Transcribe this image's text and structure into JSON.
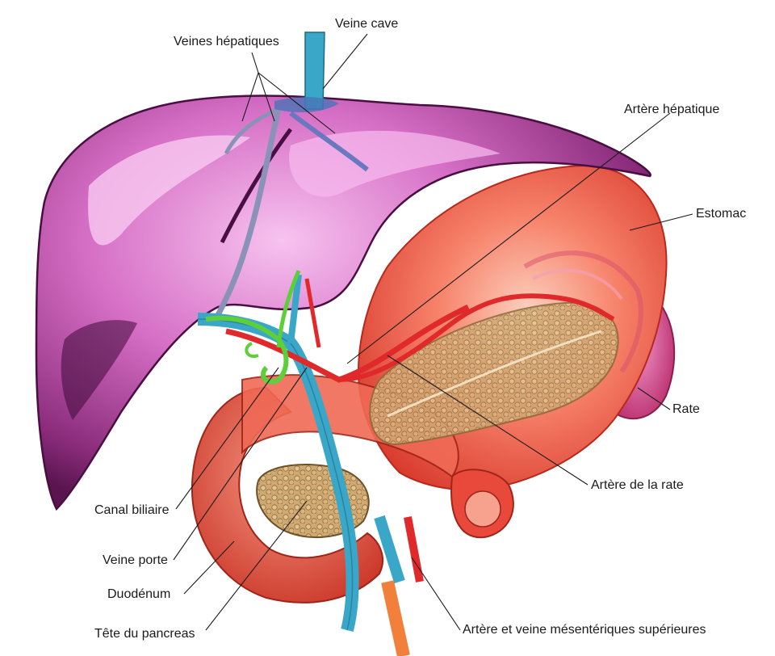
{
  "labels": {
    "veines_hepatiques": "Veines hépatiques",
    "veine_cave": "Veine cave",
    "artere_hepatique": "Artère hépatique",
    "estomac": "Estomac",
    "rate": "Rate",
    "artere_rate": "Artère de la rate",
    "canal_biliaire": "Canal biliaire",
    "veine_porte": "Veine porte",
    "duodenum": "Duodénum",
    "tete_pancreas": "Tête du pancreas",
    "mesenteriques": "Artère et veine mésentériques supérieures"
  },
  "colors": {
    "liver_dark": "#6a1a5a",
    "liver_mid": "#b24aa0",
    "liver_light": "#f2a6e6",
    "stomach": "#ef5a45",
    "stomach_light": "#f8b5a0",
    "spleen": "#d14a8c",
    "pancreas": "#c9a46a",
    "vein_blue": "#3aa7c9",
    "artery_red": "#e0292b",
    "bile_green": "#5ccf3a",
    "leader": "#1a1a1a"
  }
}
